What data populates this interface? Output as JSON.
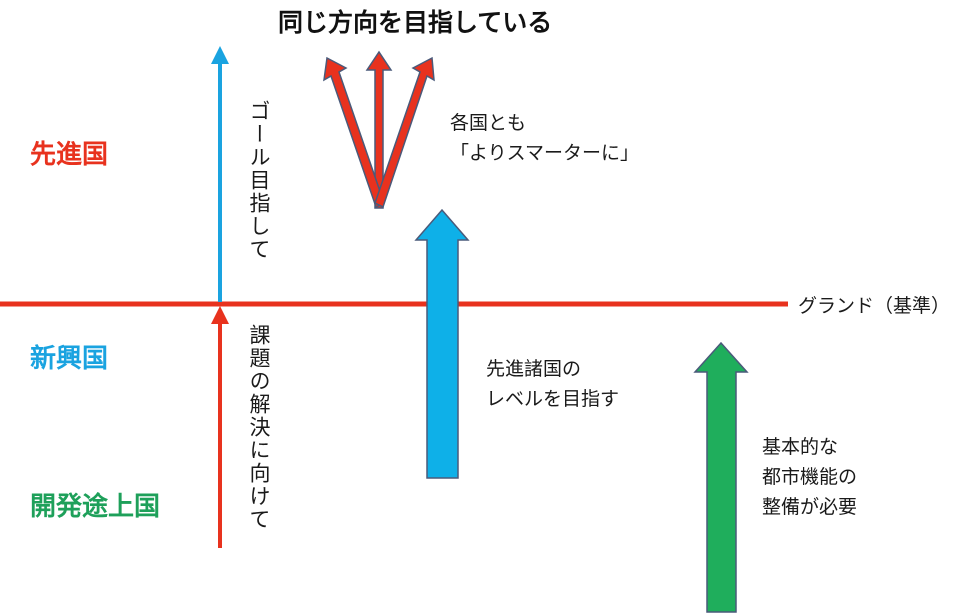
{
  "title": "同じ方向を目指している",
  "categories": {
    "advanced": "先進国",
    "emerging": "新興国",
    "developing": "開発途上国"
  },
  "baseline_label": "グランド（基準）",
  "notes": {
    "advanced_up": "ゴール目指して",
    "developing_up": "課題の解決に向けて",
    "smarter_line1": "各国とも",
    "smarter_line2": "「よりスマーターに」",
    "emerging_line1": "先進諸国の",
    "emerging_line2": "レベルを目指す",
    "developing_line1": "基本的な",
    "developing_line2": "都市機能の",
    "developing_line3": "整備が必要"
  },
  "colors": {
    "advanced": "#e8321e",
    "emerging": "#1aa3e0",
    "developing": "#1ea05a",
    "baseline": "#e8321e",
    "blue_arrow": "#0eb0e8",
    "green_arrow": "#1fae5c",
    "outline": "#4a5a7a"
  }
}
